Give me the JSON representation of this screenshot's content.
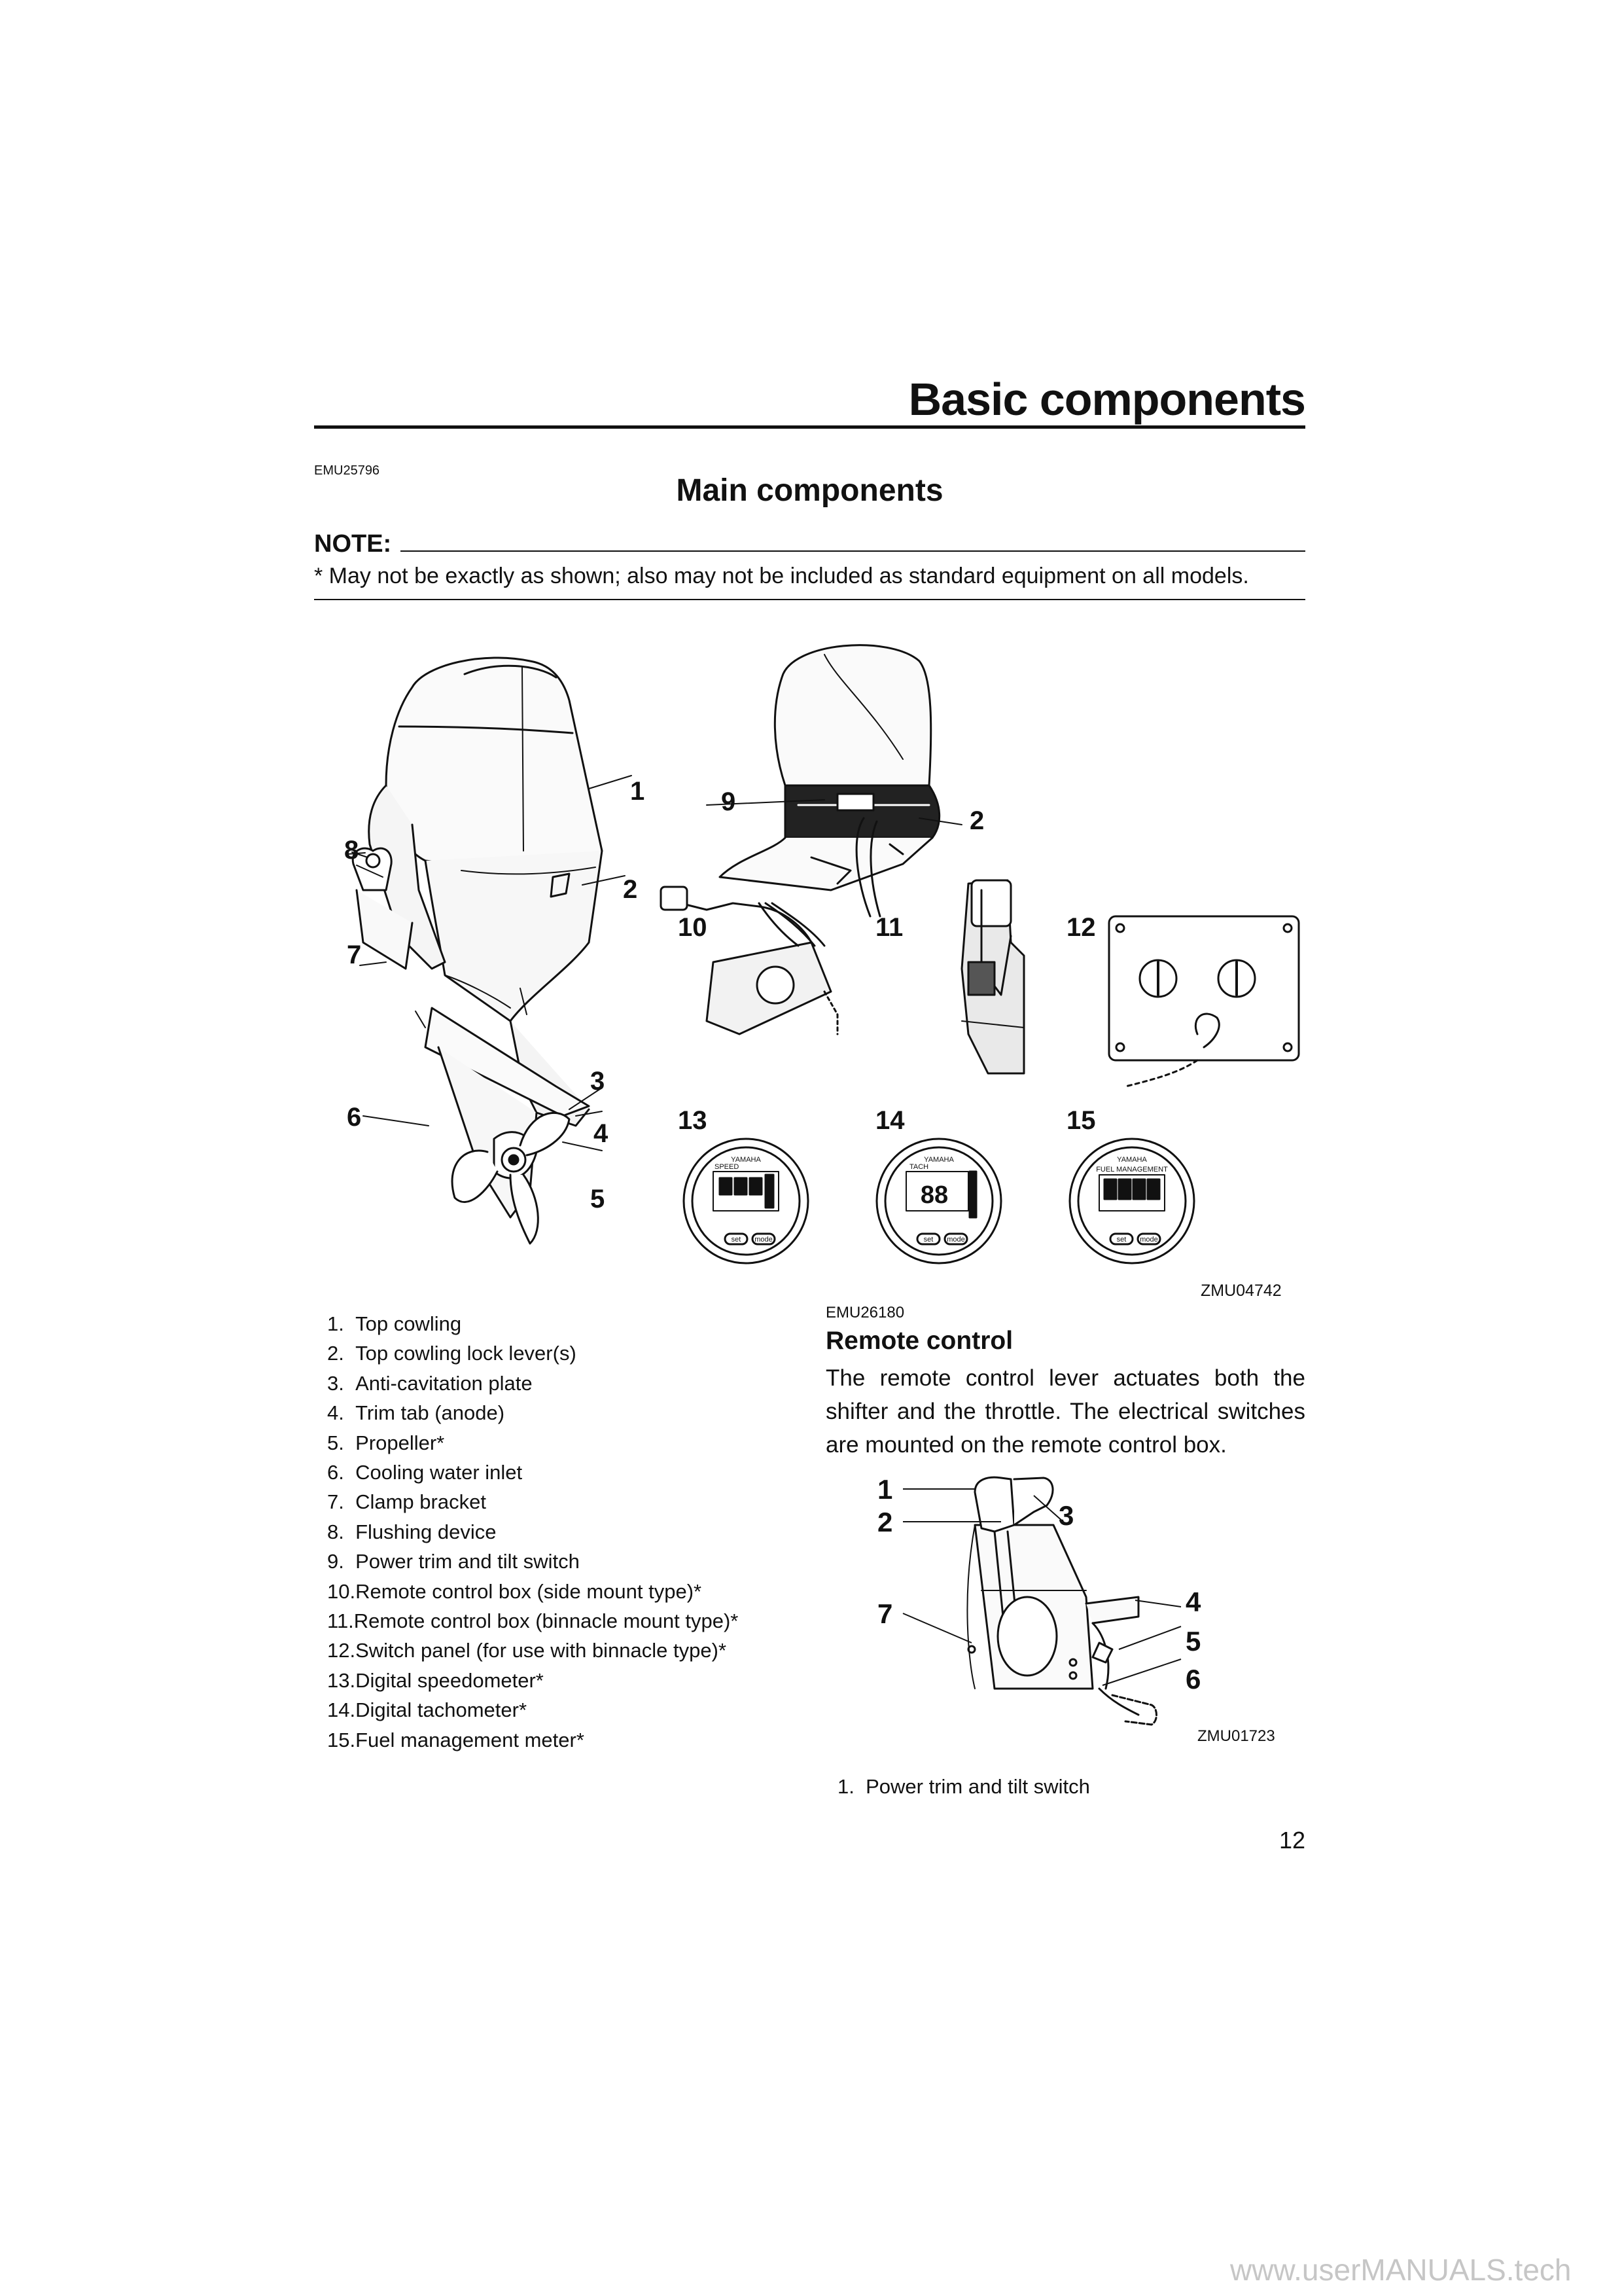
{
  "header": {
    "chapter_title": "Basic components"
  },
  "section": {
    "code": "EMU25796",
    "title": "Main components"
  },
  "note": {
    "label": "NOTE:",
    "text": "* May not be exactly as shown; also may not be included as standard equipment on all models."
  },
  "figure_main": {
    "callouts": [
      "1",
      "2",
      "3",
      "4",
      "5",
      "6",
      "7",
      "8",
      "9",
      "2",
      "10",
      "11",
      "12",
      "13",
      "14",
      "15"
    ],
    "gauge_labels": {
      "speedometer_brand": "YAMAHA",
      "speedometer_title": "SPEED",
      "tachometer_brand": "YAMAHA",
      "tachometer_title": "TACH",
      "tachometer_digits": "88",
      "fuel_brand": "YAMAHA",
      "fuel_title": "FUEL MANAGEMENT",
      "set_button": "set",
      "mode_button": "mode"
    },
    "code": "ZMU04742"
  },
  "components_list": [
    {
      "num": "1.",
      "label": "Top cowling"
    },
    {
      "num": "2.",
      "label": "Top cowling lock lever(s)"
    },
    {
      "num": "3.",
      "label": "Anti-cavitation plate"
    },
    {
      "num": "4.",
      "label": "Trim tab (anode)"
    },
    {
      "num": "5.",
      "label": "Propeller*"
    },
    {
      "num": "6.",
      "label": "Cooling water inlet"
    },
    {
      "num": "7.",
      "label": "Clamp bracket"
    },
    {
      "num": "8.",
      "label": "Flushing device"
    },
    {
      "num": "9.",
      "label": "Power trim and tilt switch"
    },
    {
      "num": "10.",
      "label": "Remote control box (side mount type)*"
    },
    {
      "num": "11.",
      "label": "Remote control box (binnacle mount type)*"
    },
    {
      "num": "12.",
      "label": "Switch panel (for use with binnacle type)*"
    },
    {
      "num": "13.",
      "label": "Digital speedometer*"
    },
    {
      "num": "14.",
      "label": "Digital tachometer*"
    },
    {
      "num": "15.",
      "label": "Fuel management meter*"
    }
  ],
  "remote_control": {
    "code": "EMU26180",
    "heading": "Remote control",
    "body": "The remote control lever actuates both the shifter and the throttle. The electrical switches are mounted on the remote control box.",
    "callouts": [
      "1",
      "2",
      "3",
      "4",
      "5",
      "6",
      "7"
    ],
    "figure_code": "ZMU01723",
    "legend": [
      {
        "num": "1.",
        "label": "Power trim and tilt switch"
      }
    ]
  },
  "page_number": "12",
  "watermark": "www.userMANUALS.tech"
}
